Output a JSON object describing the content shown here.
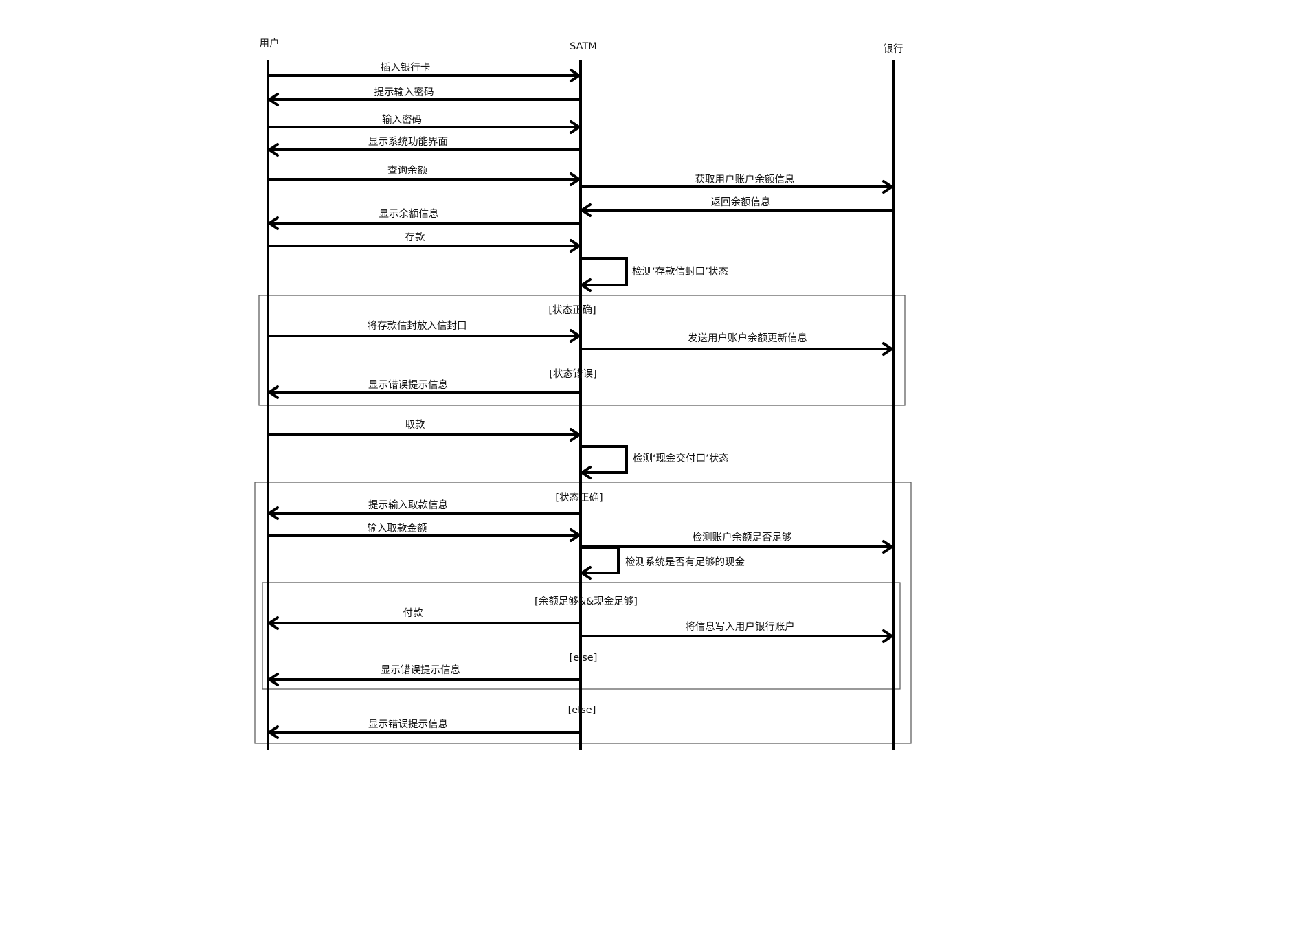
{
  "participants": [
    "用户",
    "SATM",
    "银行"
  ],
  "messages": [
    {
      "label": "插入银行卡",
      "from": "用户",
      "to": "SATM"
    },
    {
      "label": "提示输入密码",
      "from": "SATM",
      "to": "用户"
    },
    {
      "label": "输入密码",
      "from": "用户",
      "to": "SATM"
    },
    {
      "label": "显示系统功能界面",
      "from": "SATM",
      "to": "用户"
    },
    {
      "label": "查询余额",
      "from": "用户",
      "to": "SATM"
    },
    {
      "label": "获取用户账户余额信息",
      "from": "SATM",
      "to": "银行"
    },
    {
      "label": "返回余额信息",
      "from": "银行",
      "to": "SATM"
    },
    {
      "label": "显示余额信息",
      "from": "SATM",
      "to": "用户"
    },
    {
      "label": "存款",
      "from": "用户",
      "to": "SATM"
    },
    {
      "label": "检测‘存款信封口’状态",
      "from": "SATM",
      "to": "SATM"
    },
    {
      "label": "将存款信封放入信封口",
      "from": "用户",
      "to": "SATM"
    },
    {
      "label": "发送用户账户余额更新信息",
      "from": "SATM",
      "to": "银行"
    },
    {
      "label": "显示错误提示信息",
      "from": "SATM",
      "to": "用户"
    },
    {
      "label": "取款",
      "from": "用户",
      "to": "SATM"
    },
    {
      "label": "检测‘现金交付口’状态",
      "from": "SATM",
      "to": "SATM"
    },
    {
      "label": "提示输入取款信息",
      "from": "SATM",
      "to": "用户"
    },
    {
      "label": "输入取款金额",
      "from": "用户",
      "to": "SATM"
    },
    {
      "label": "检测账户余额是否足够",
      "from": "SATM",
      "to": "银行"
    },
    {
      "label": "检测系统是否有足够的现金",
      "from": "SATM",
      "to": "SATM"
    },
    {
      "label": "付款",
      "from": "SATM",
      "to": "用户"
    },
    {
      "label": "将信息写入用户银行账户",
      "from": "SATM",
      "to": "银行"
    },
    {
      "label": "显示错误提示信息",
      "from": "SATM",
      "to": "用户"
    },
    {
      "label": "显示错误提示信息",
      "from": "SATM",
      "to": "用户"
    }
  ],
  "guards": [
    "[状态正确]",
    "[状态错误]",
    "[状态正确]",
    "[余额足够&&现金足够]",
    "[else]",
    "[else]"
  ]
}
